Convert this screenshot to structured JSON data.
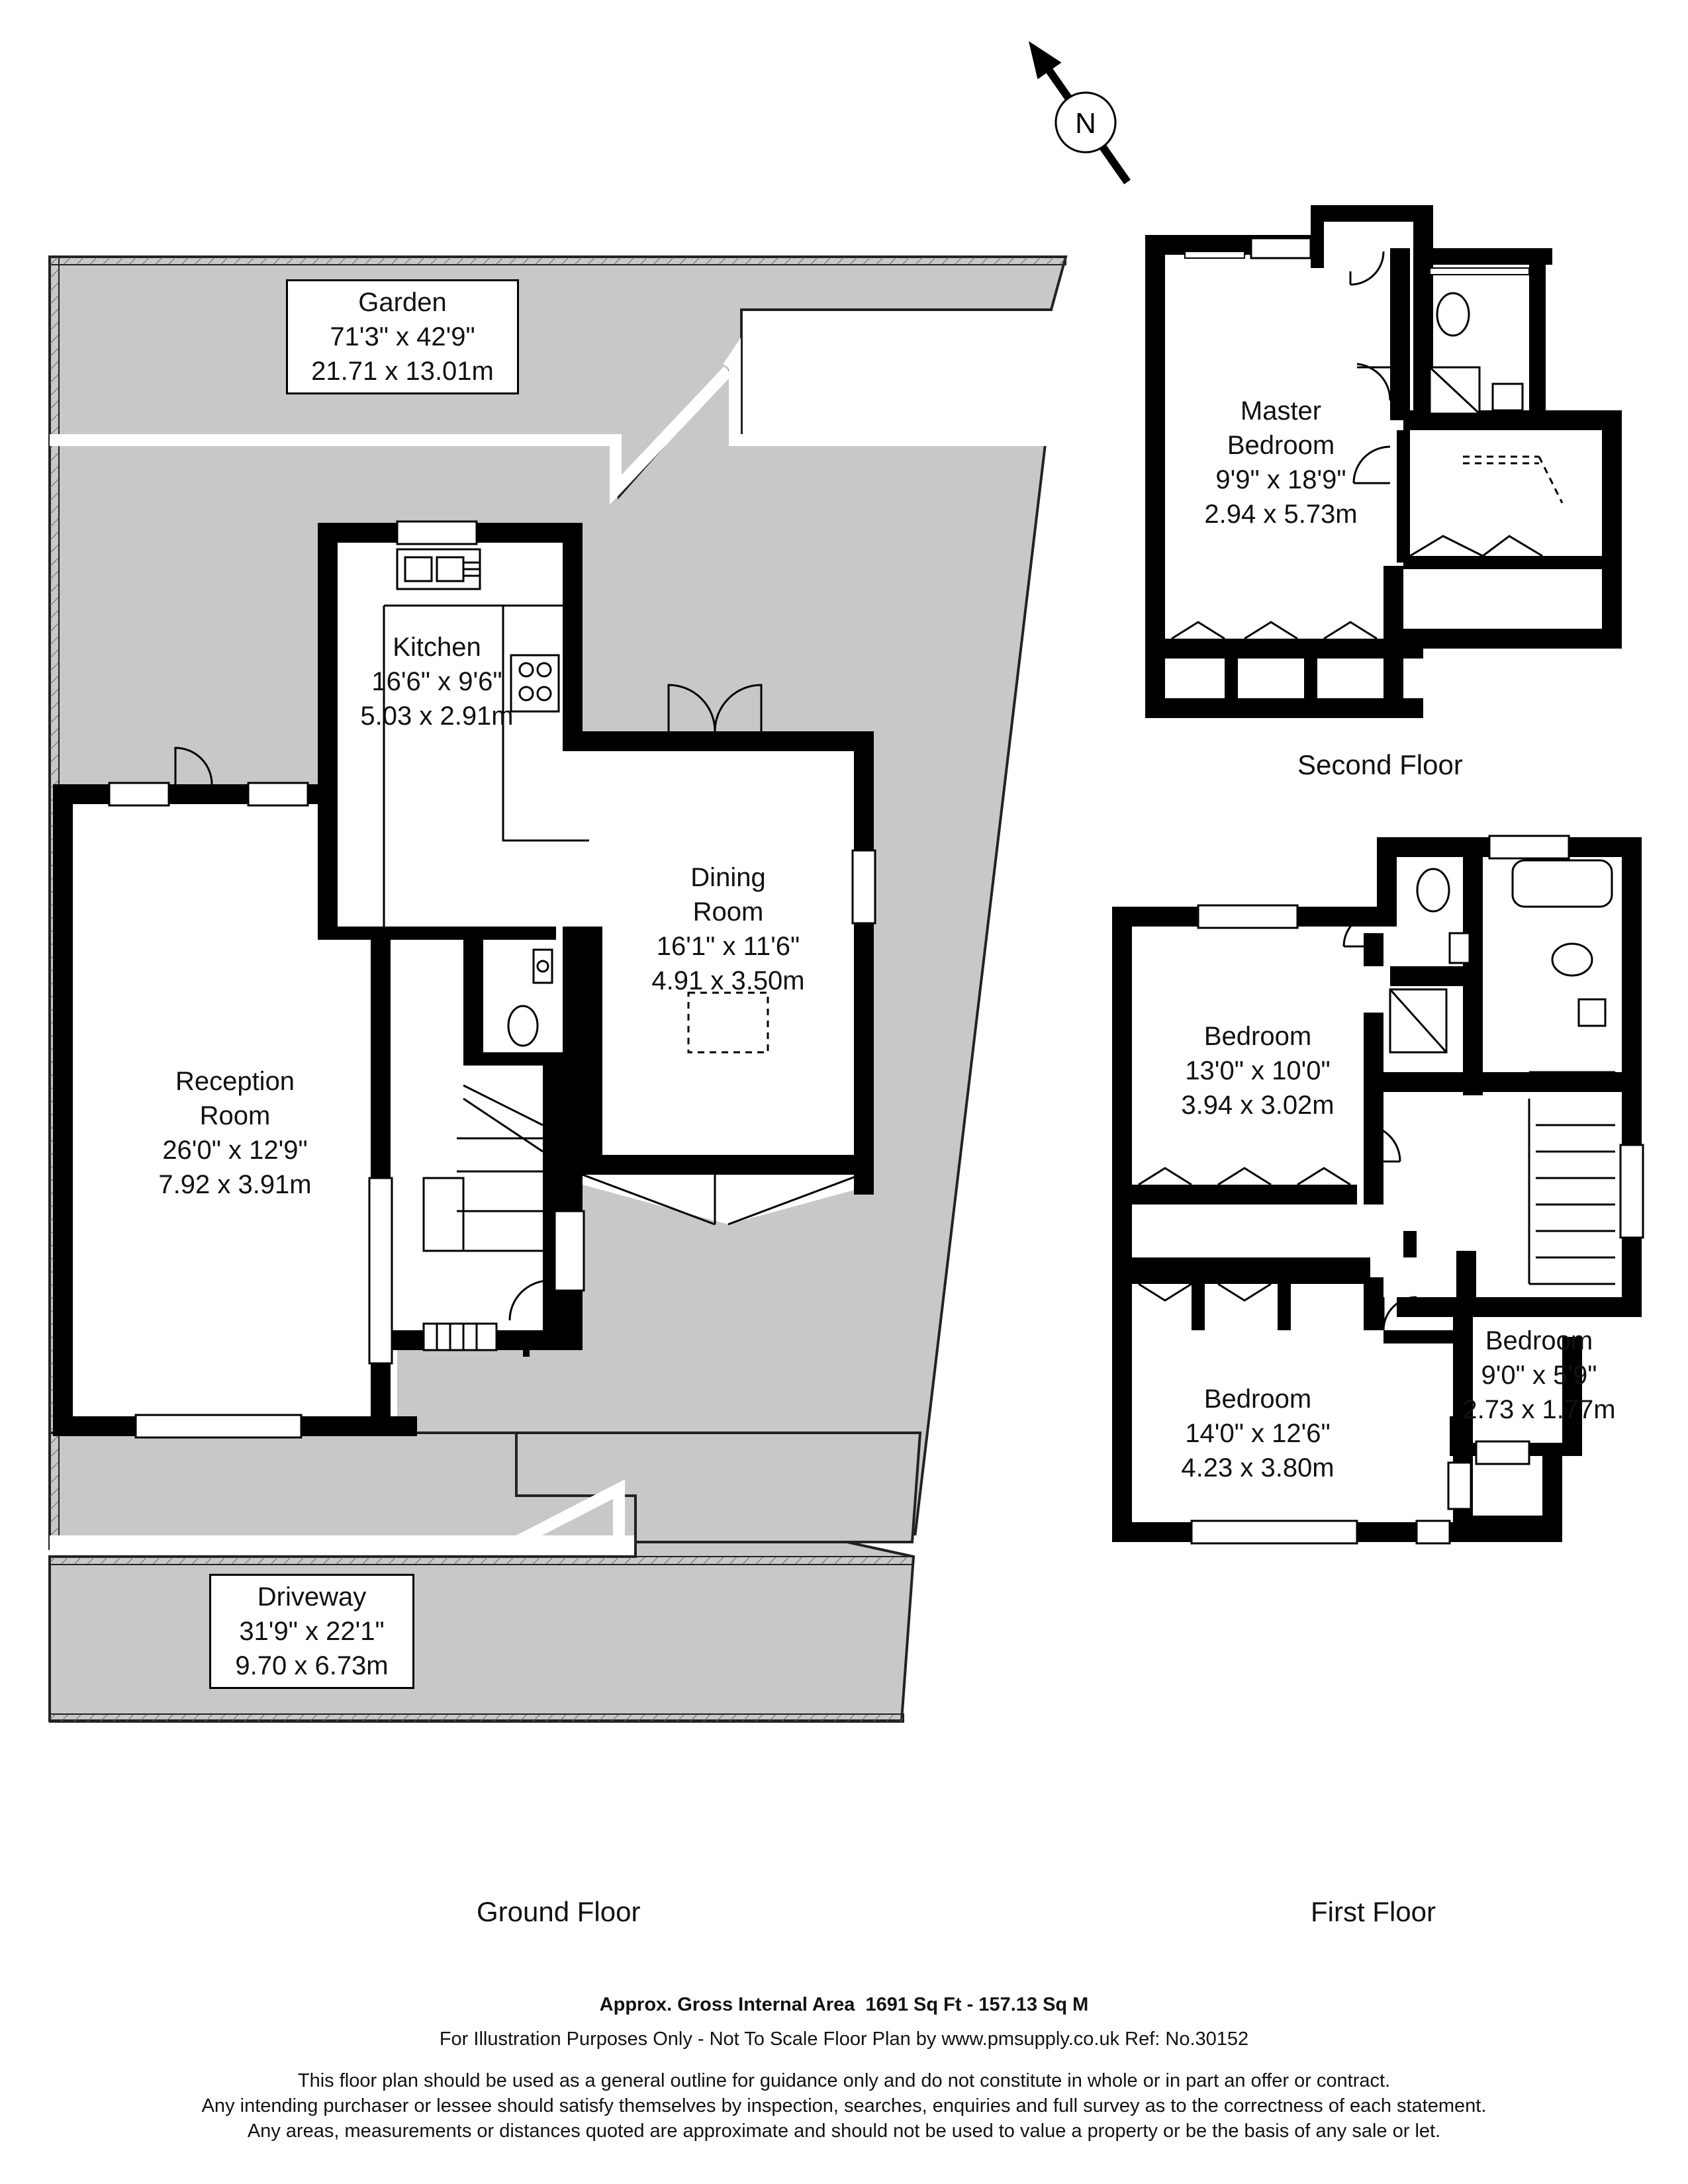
{
  "compass": {
    "letter": "N",
    "icon": "north-arrow-icon"
  },
  "rooms": {
    "garden": {
      "name": "Garden",
      "imperial": "71'3\" x 42'9\"",
      "metric": "21.71 x 13.01m"
    },
    "kitchen": {
      "name": "Kitchen",
      "imperial": "16'6\" x 9'6\"",
      "metric": "5.03 x 2.91m"
    },
    "dining": {
      "name_line1": "Dining",
      "name_line2": "Room",
      "imperial": "16'1\" x 11'6\"",
      "metric": "4.91 x 3.50m"
    },
    "reception": {
      "name_line1": "Reception",
      "name_line2": "Room",
      "imperial": "26'0\" x 12'9\"",
      "metric": "7.92 x 3.91m"
    },
    "driveway": {
      "name": "Driveway",
      "imperial": "31'9\" x 22'1\"",
      "metric": "9.70 x 6.73m"
    },
    "master": {
      "name_line1": "Master",
      "name_line2": "Bedroom",
      "imperial": "9'9\" x 18'9\"",
      "metric": "2.94 x 5.73m"
    },
    "bed1": {
      "name": "Bedroom",
      "imperial": "13'0\" x 10'0\"",
      "metric": "3.94 x 3.02m"
    },
    "bed2": {
      "name": "Bedroom",
      "imperial": "14'0\" x 12'6\"",
      "metric": "4.23 x 3.80m"
    },
    "bed3": {
      "name": "Bedroom",
      "imperial": "9'0\" x 5'9\"",
      "metric": "2.73 x 1.77m"
    }
  },
  "floors": {
    "ground": "Ground Floor",
    "first": "First Floor",
    "second": "Second Floor"
  },
  "footer": {
    "area_label": "Approx. Gross Internal Area",
    "area_value": "1691 Sq Ft  -  157.13 Sq M",
    "illustration": "For Illustration Purposes Only - Not To Scale   Floor Plan by  www.pmsupply.co.uk  Ref: No.30152",
    "disclaimer1": "This floor plan should be used as a general outline for guidance only and do not constitute in whole or in part an offer or contract.",
    "disclaimer2": "Any intending purchaser or lessee should satisfy themselves by inspection, searches, enquiries and full survey as to the correctness of each statement.",
    "disclaimer3": "Any areas, measurements or distances quoted are approximate and should not be used to value a property or be the basis of any sale or let."
  }
}
